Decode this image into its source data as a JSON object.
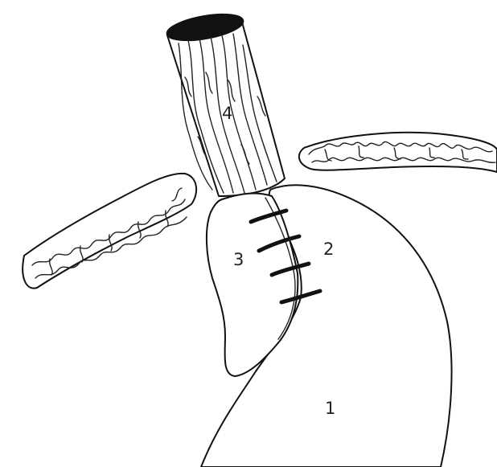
{
  "labels": {
    "one": "1",
    "two": "2",
    "three": "3",
    "four": "4"
  },
  "colors": {
    "line": "#111111",
    "fill": "#ffffff"
  }
}
